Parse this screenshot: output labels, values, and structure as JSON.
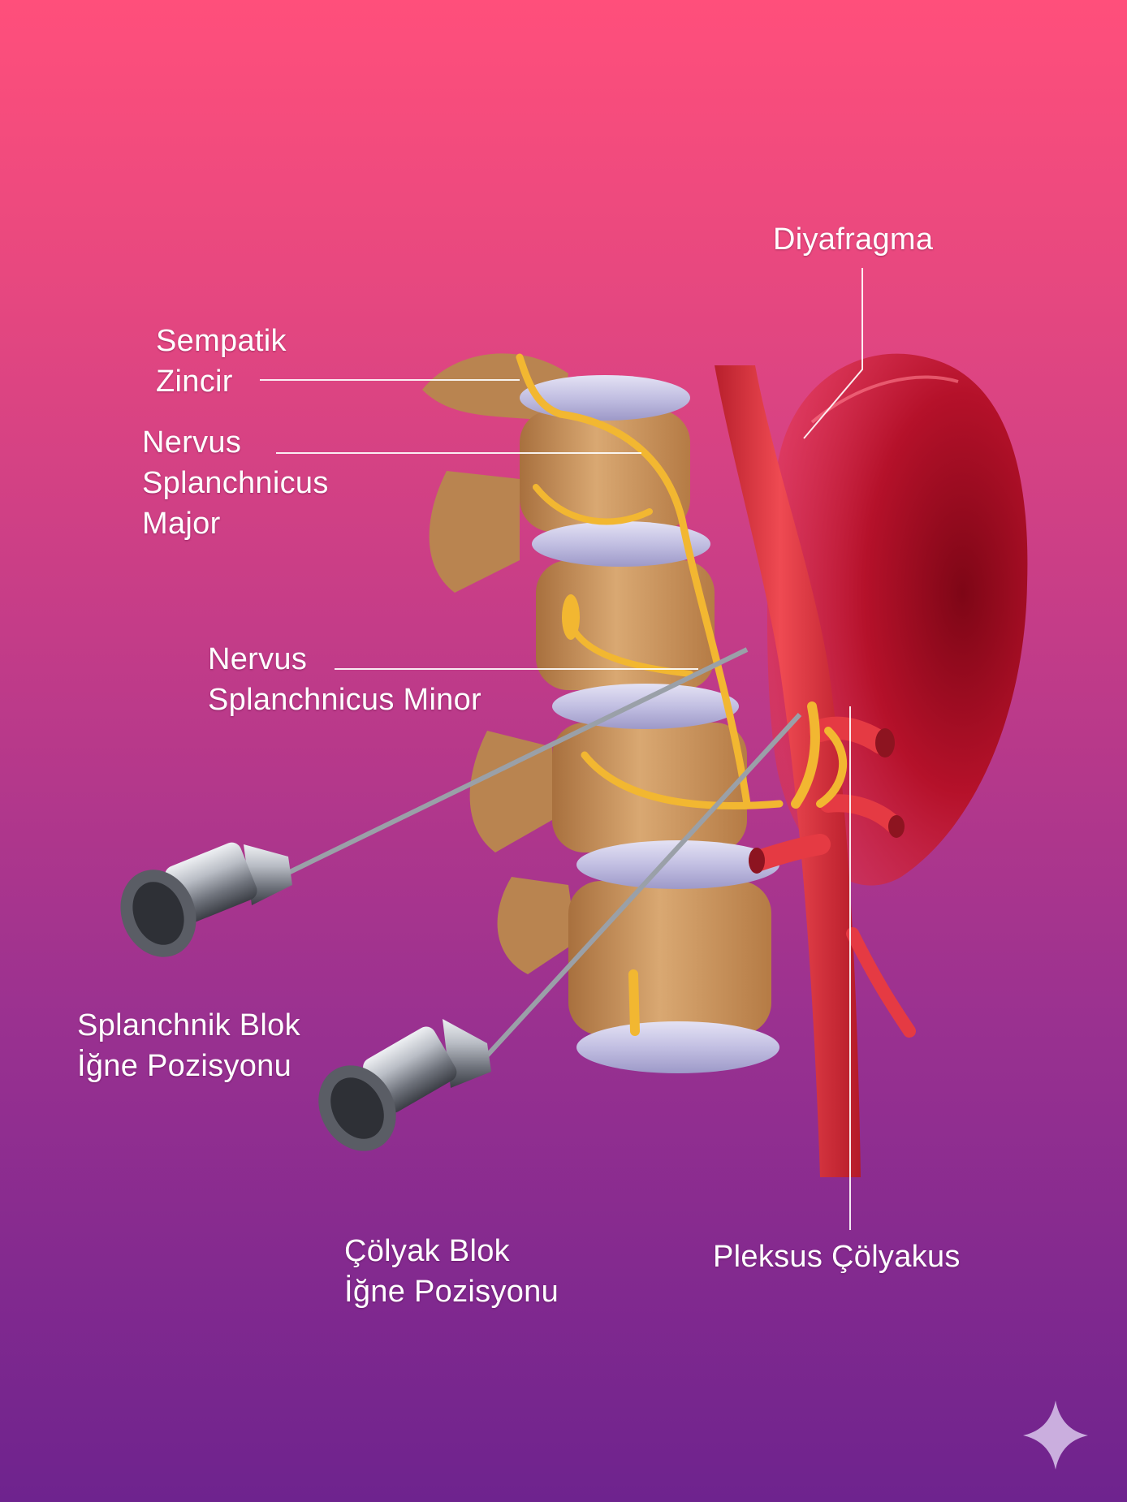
{
  "labels": {
    "diaphragm": "Diyafragma",
    "sympathetic_chain": [
      "Sempatik",
      "Zincir"
    ],
    "greater_splanchnic": [
      "Nervus",
      "Splanchnicus",
      "Major"
    ],
    "lesser_splanchnic": [
      "Nervus",
      "Splanchnicus Minor"
    ],
    "splanchnic_needle": [
      "Splanchnik Blok",
      "İğne Pozisyonu"
    ],
    "celiac_needle": [
      "Çölyak Blok",
      "İğne Pozisyonu"
    ],
    "celiac_plexus": "Pleksus Çölyakus"
  },
  "colors": {
    "background_top": "#ff4f7b",
    "background_bottom": "#6e238e",
    "bone": "#c8955e",
    "disc": "#c9c6e6",
    "nerve": "#f2b731",
    "artery": "#e53a43",
    "diaphragm": "#b5112a",
    "needle": "#b8bcc4",
    "label": "#ffffff"
  },
  "icons": [
    "sparkle-icon"
  ]
}
